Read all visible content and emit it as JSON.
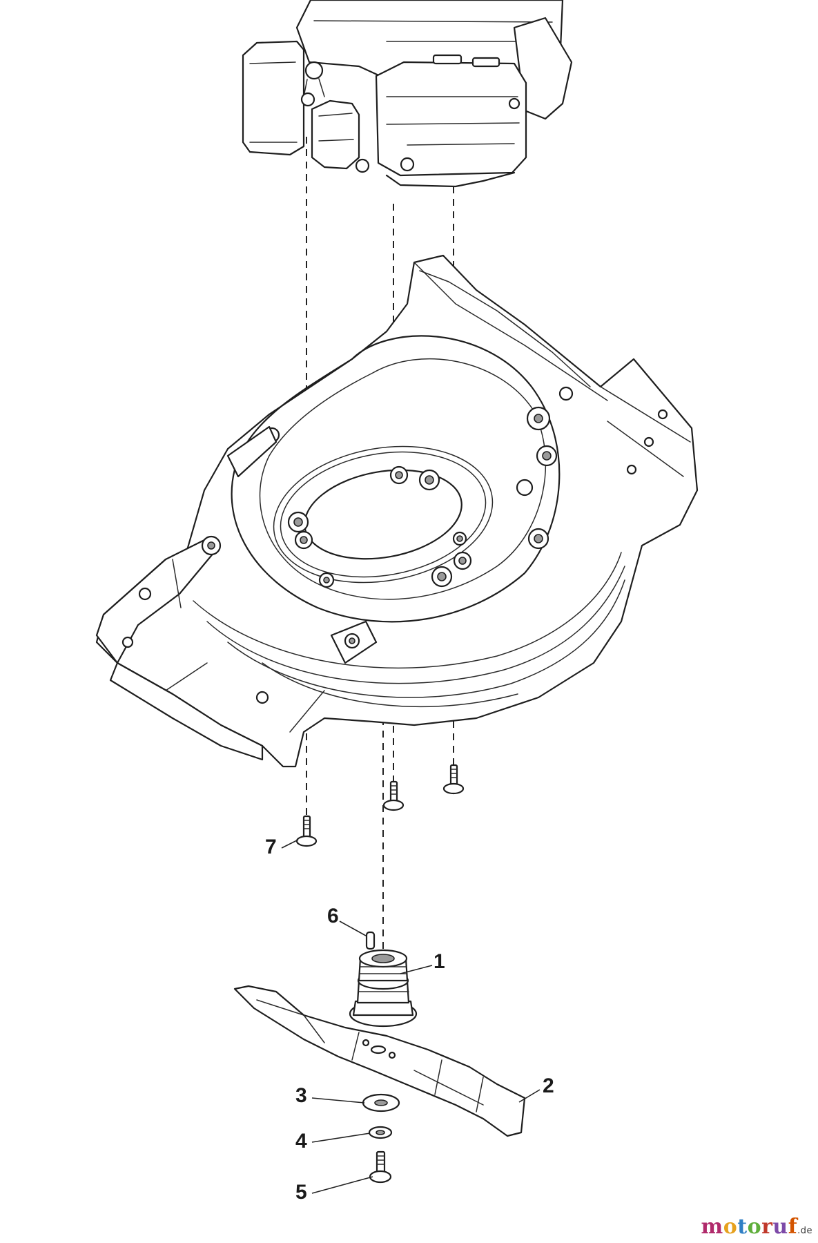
{
  "diagram": {
    "callouts": [
      {
        "id": "1",
        "label": "1"
      },
      {
        "id": "2",
        "label": "2"
      },
      {
        "id": "3",
        "label": "3"
      },
      {
        "id": "4",
        "label": "4"
      },
      {
        "id": "5",
        "label": "5"
      },
      {
        "id": "6",
        "label": "6"
      },
      {
        "id": "7",
        "label": "7"
      }
    ]
  },
  "watermark": {
    "letters": [
      "m",
      "o",
      "t",
      "o",
      "r",
      "u",
      "f"
    ],
    "suffix": ".de",
    "colors": [
      "#b02a6b",
      "#e6a11e",
      "#2f7fc4",
      "#5fae3b",
      "#c0392b",
      "#7d4aa8",
      "#d35400"
    ]
  }
}
